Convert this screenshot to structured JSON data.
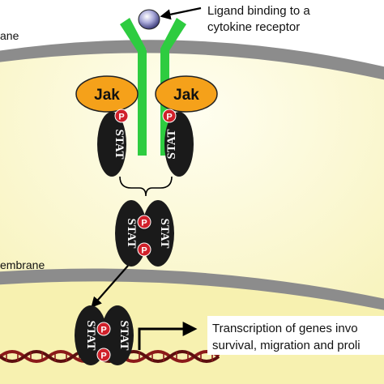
{
  "labels": {
    "ligand_line1": "Ligand binding to a",
    "ligand_line2": "cytokine receptor",
    "membrane_top": "ane",
    "membrane_nuclear": "embrane",
    "transcription_line1": "Transcription of genes invo",
    "transcription_line2": "survival, migration and proli"
  },
  "proteins": {
    "jak": "Jak",
    "stat": "STAT",
    "phospho": "P"
  },
  "colors": {
    "cytoplasm": "#fbf7c8",
    "membrane": "#8c8c8c",
    "nucleus": "#f7f1b0",
    "receptor": "#2ecc40",
    "jak": "#f5a11a",
    "stat": "#1a1a1a",
    "phospho": "#d0202a",
    "ligand": "#a9a9d9",
    "dna": "#8b1a1a"
  }
}
